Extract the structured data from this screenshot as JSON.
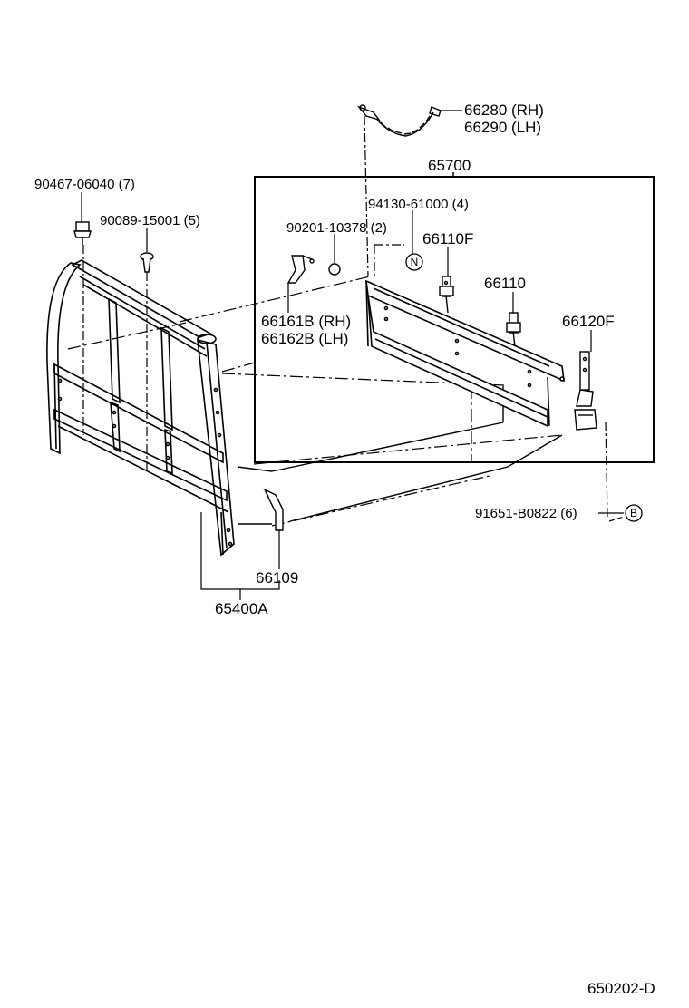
{
  "parts": {
    "chain": {
      "rh": "66280 (RH)",
      "lh": "66290 (LH)"
    },
    "assembly": "65700",
    "bolt": "90467-06040 (7)",
    "screw": "90089-15001 (5)",
    "rivet": "94130-61000 (4)",
    "washer": "90201-10378 (2)",
    "hook": {
      "rh": "66161B (RH)",
      "lh": "66162B (LH)"
    },
    "gate_hinge_front": "66110F",
    "gate_hinge": "66110",
    "latch": "66120F",
    "clip": "91651-B0822 (6)",
    "side_rod": "66109",
    "rack": "65400A"
  },
  "callouts": {
    "n": "N",
    "b": "B"
  },
  "footer": {
    "code": "650202-D"
  }
}
